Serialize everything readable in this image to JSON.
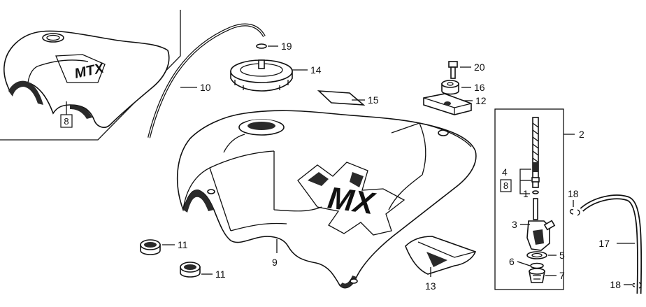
{
  "diagram": {
    "callouts": {
      "p2": "2",
      "p3": "3",
      "p4": "4",
      "p1": "1",
      "p5": "5",
      "p6": "6",
      "p7": "7",
      "p8_inset": "8",
      "p8_cock": "8",
      "p9": "9",
      "p10": "10",
      "p11a": "11",
      "p11b": "11",
      "p12": "12",
      "p13": "13",
      "p14": "14",
      "p15": "15",
      "p16": "16",
      "p17": "17",
      "p18a": "18",
      "p18b": "18",
      "p19": "19",
      "p20": "20"
    },
    "logos": {
      "main": "MX",
      "inset": "MTX"
    }
  }
}
